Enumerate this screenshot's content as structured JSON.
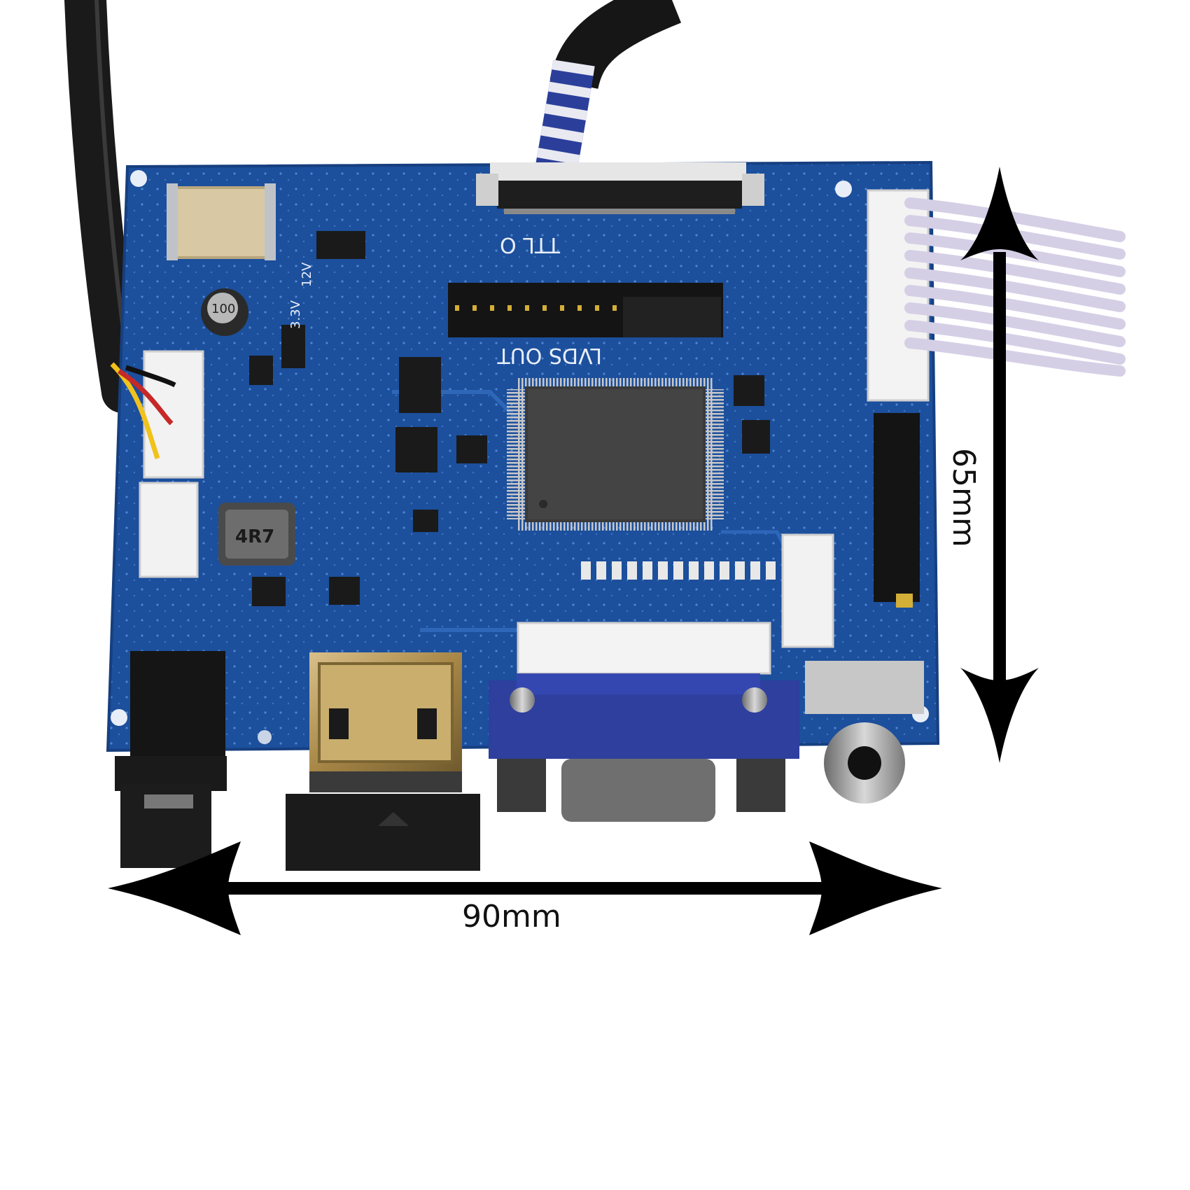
{
  "silkscreen": {
    "ttl_out": "TTL O",
    "lvds_out": "LVDS OUT",
    "v12": "12V",
    "v33": "3.3V",
    "inductor_100": "100",
    "inductor_4r7": "4R7"
  },
  "dimensions": {
    "width_label": "90mm",
    "height_label": "65mm"
  },
  "colors": {
    "background": "#ffffff",
    "pcb": "#1c4f9c",
    "arrow": "#000000",
    "vga_blue": "#2e3f9e",
    "hdmi_gold": "#b89a5a"
  }
}
